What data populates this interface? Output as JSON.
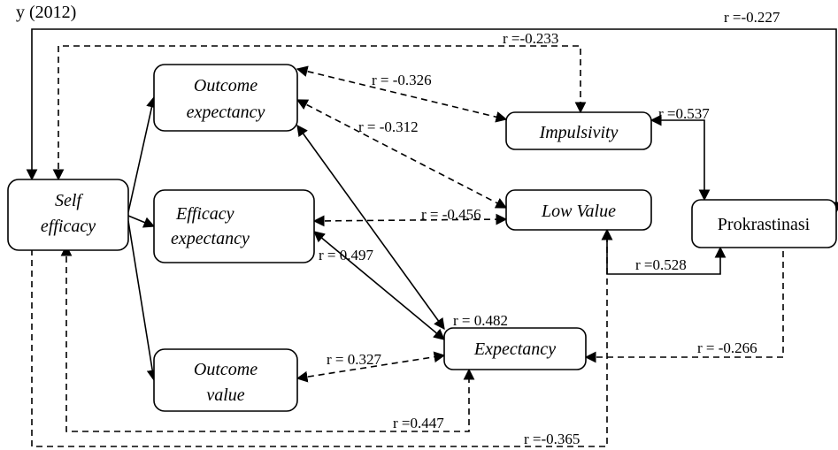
{
  "header": {
    "partial_text": "y (2012)"
  },
  "nodes": {
    "self_efficacy": {
      "lines": [
        "Self",
        "efficacy"
      ]
    },
    "outcome_expectancy": {
      "lines": [
        "Outcome",
        "expectancy"
      ]
    },
    "efficacy_expectancy": {
      "lines": [
        "Efficacy",
        "expectancy"
      ]
    },
    "outcome_value": {
      "lines": [
        "Outcome",
        "value"
      ]
    },
    "impulsivity": {
      "lines": [
        "Impulsivity"
      ]
    },
    "low_value": {
      "lines": [
        "Low Value"
      ]
    },
    "expectancy": {
      "lines": [
        "Expectancy"
      ]
    },
    "prokrastinasi": {
      "lines": [
        "Prokrastinasi"
      ]
    }
  },
  "edges": [
    {
      "id": "se-pro",
      "from": "self_efficacy",
      "to": "prokrastinasi",
      "style": "solid",
      "label": "r =-0.227"
    },
    {
      "id": "se-imp",
      "from": "impulsivity",
      "to": "self_efficacy",
      "style": "dashed",
      "label": "r =-0.233"
    },
    {
      "id": "oe-imp",
      "from": "outcome_expectancy",
      "to": "impulsivity",
      "style": "dashed",
      "label": "r = -0.326"
    },
    {
      "id": "oe-lv",
      "from": "outcome_expectancy",
      "to": "low_value",
      "style": "dashed",
      "label": "r = -0.312"
    },
    {
      "id": "imp-pro",
      "from": "impulsivity",
      "to": "prokrastinasi",
      "style": "solid",
      "label": "r =0.537"
    },
    {
      "id": "ee-lv",
      "from": "efficacy_expectancy",
      "to": "low_value",
      "style": "dashed",
      "label": "r = -0.456"
    },
    {
      "id": "oe-exp",
      "from": "outcome_expectancy",
      "to": "expectancy",
      "style": "solid",
      "label": "r = 0.482"
    },
    {
      "id": "ee-exp",
      "from": "efficacy_expectancy",
      "to": "expectancy",
      "style": "solid",
      "label": "r = 0.497"
    },
    {
      "id": "lv-pro",
      "from": "low_value",
      "to": "prokrastinasi",
      "style": "solid",
      "label": "r =0.528"
    },
    {
      "id": "ov-exp",
      "from": "outcome_value",
      "to": "expectancy",
      "style": "dashed",
      "label": "r = 0.327"
    },
    {
      "id": "exp-pro",
      "from": "expectancy",
      "to": "prokrastinasi",
      "style": "dashed",
      "label": "r = -0.266"
    },
    {
      "id": "se-exp",
      "from": "self_efficacy",
      "to": "expectancy",
      "style": "dashed",
      "label": "r =0.447"
    },
    {
      "id": "se-lv",
      "from": "self_efficacy",
      "to": "low_value",
      "style": "dashed",
      "label": "r =-0.365"
    },
    {
      "id": "se-oe",
      "from": "self_efficacy",
      "to": "outcome_expectancy",
      "style": "solid",
      "label": ""
    },
    {
      "id": "se-ee",
      "from": "self_efficacy",
      "to": "efficacy_expectancy",
      "style": "solid",
      "label": ""
    },
    {
      "id": "se-ov",
      "from": "self_efficacy",
      "to": "outcome_value",
      "style": "solid",
      "label": ""
    }
  ]
}
